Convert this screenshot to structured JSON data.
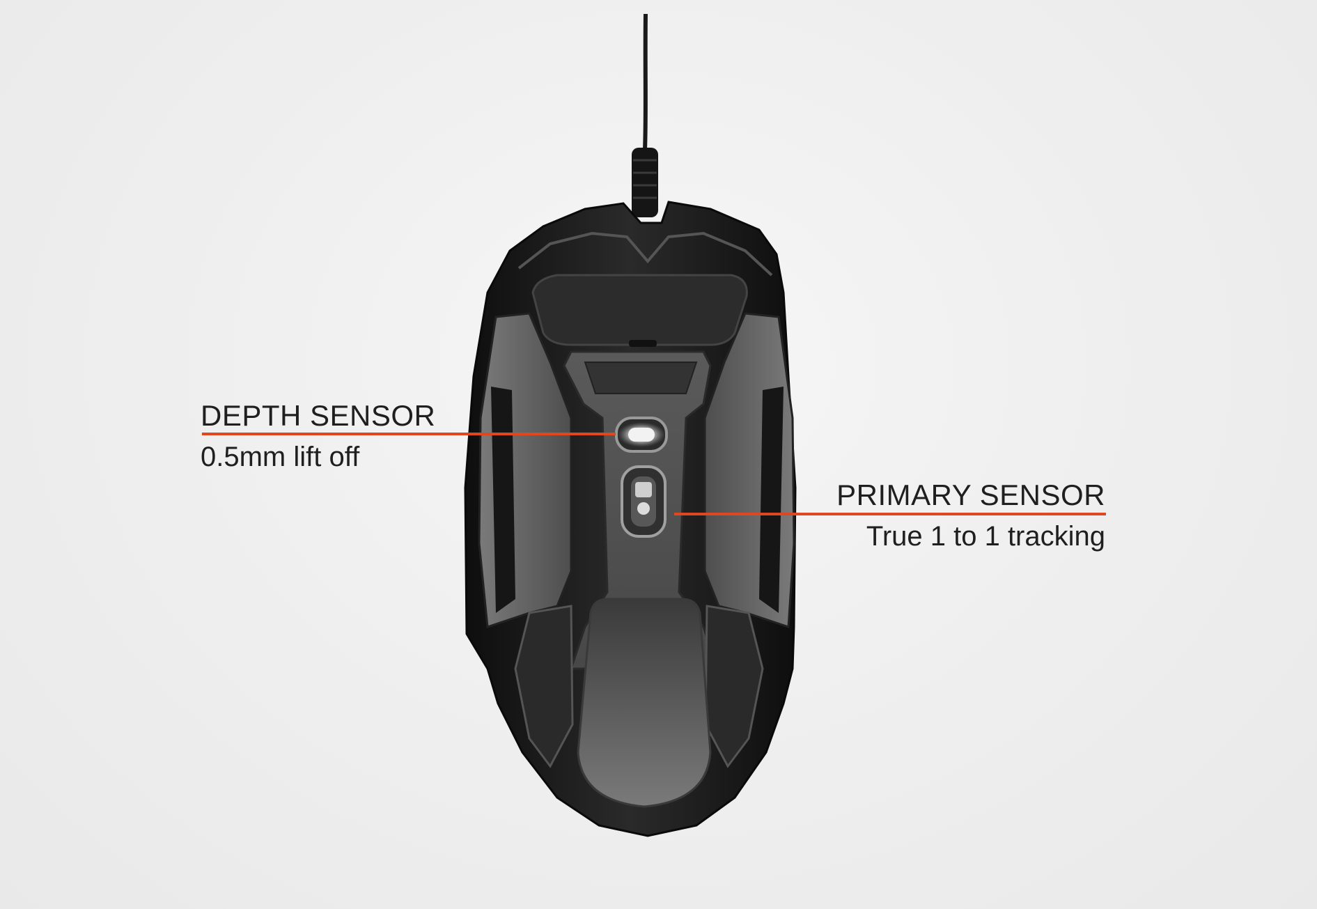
{
  "callouts": {
    "depth": {
      "title": "DEPTH SENSOR",
      "subtitle": "0.5mm lift off"
    },
    "primary": {
      "title": "PRIMARY SENSOR",
      "subtitle": "True 1 to 1 tracking"
    }
  },
  "colors": {
    "leader_line": "#e0461f",
    "background": "#efefef",
    "mouse_body": "#1c1c1c",
    "mouse_panel": "#5e5e5e"
  }
}
